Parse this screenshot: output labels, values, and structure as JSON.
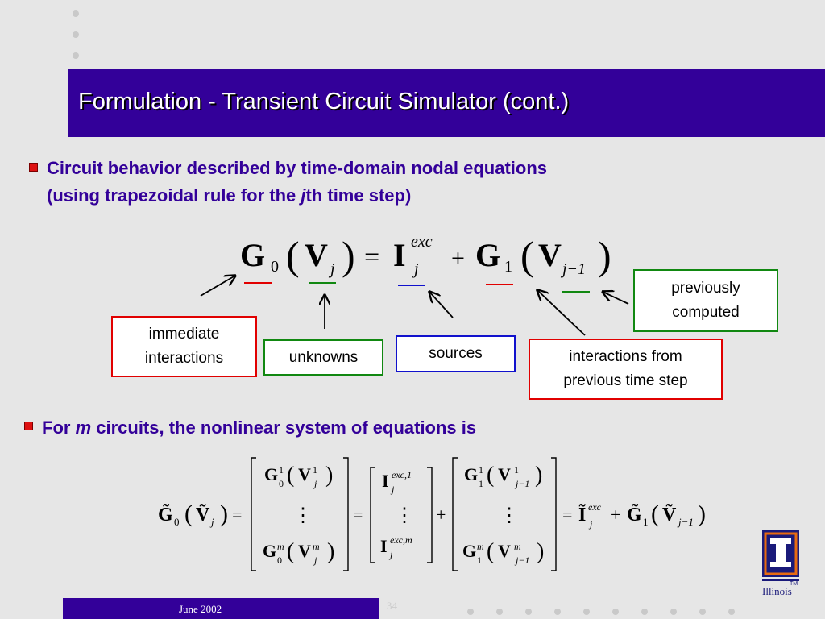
{
  "slide": {
    "title": "Formulation - Transient Circuit Simulator (cont.)",
    "bullet1": {
      "line1": "Circuit behavior described by time-domain nodal equations",
      "line2_pre": "(using trapezoidal rule for the ",
      "line2_italic": "j",
      "line2_post": "th time step)"
    },
    "bullet2": {
      "pre": "For ",
      "italic": "m",
      "post": " circuits, the nonlinear system of equations is"
    },
    "labels": {
      "immediate_line1": "immediate",
      "immediate_line2": "interactions",
      "unknowns": "unknowns",
      "sources": "sources",
      "previous_line1": "interactions from",
      "previous_line2": "previous time step",
      "computed_line1": "previously",
      "computed_line2": "computed"
    },
    "eq1": {
      "G": "G",
      "V": "V",
      "I": "I",
      "sub0": "0",
      "sub1": "1",
      "subj": "j",
      "subj1": "j−1",
      "sup_exc": "exc",
      "eq": "=",
      "plus": "+"
    },
    "eq2": {
      "G": "G",
      "V": "V",
      "I": "I",
      "Gt": "G̃",
      "Vt": "Ṽ",
      "It": "Ĩ",
      "sub0": "0",
      "sub1": "1",
      "subj": "j",
      "subj1": "j−1",
      "sup1": "1",
      "supm": "m",
      "sup_exc": "exc",
      "sup_exc1": "exc,1",
      "sup_excm": "exc,m",
      "vdots": "⋮",
      "eq": "=",
      "plus": "+"
    },
    "footer": {
      "date": "June 2002",
      "page": "34"
    },
    "logo": {
      "word": "Illinois",
      "tm": "TM"
    },
    "colors": {
      "title_bg": "#330099",
      "text": "#330099",
      "red": "#e10000",
      "green": "#118811",
      "blue": "#1111cc"
    }
  }
}
